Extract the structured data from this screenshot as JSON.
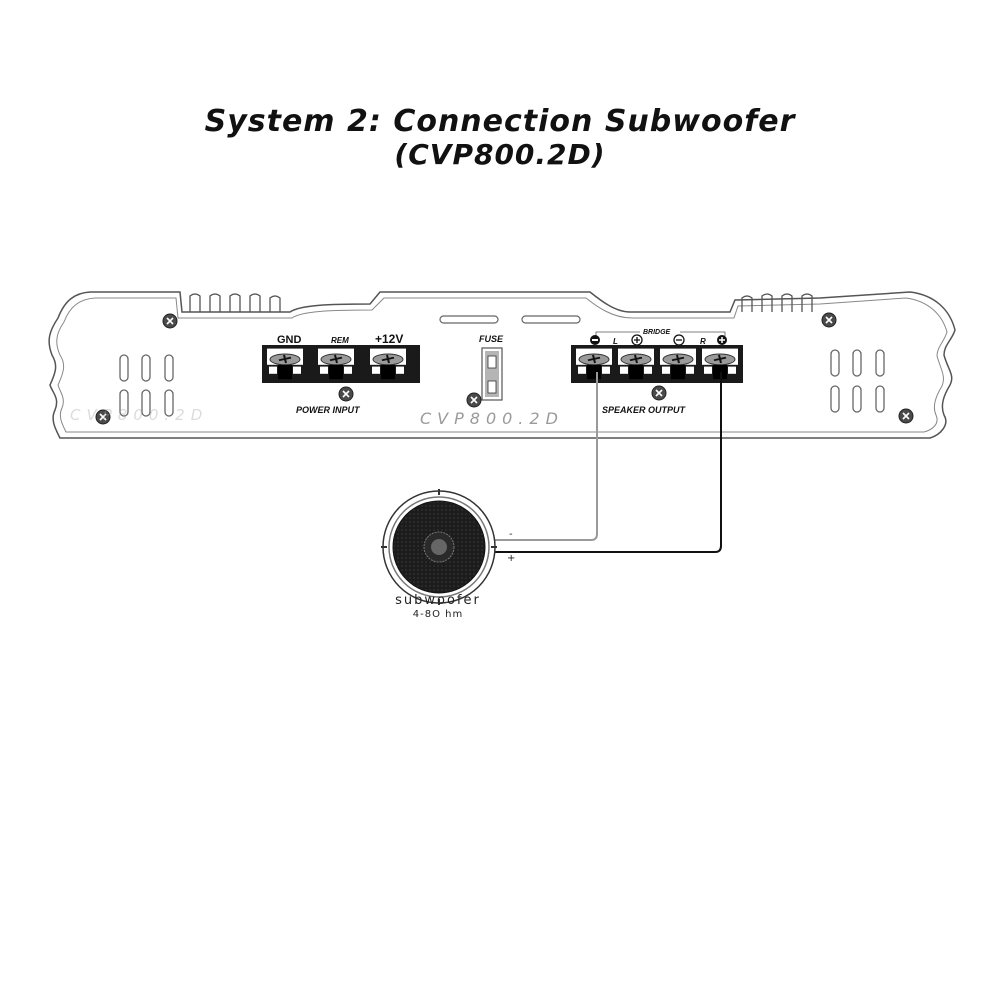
{
  "title": {
    "line1": "System 2: Connection Subwoofer",
    "line2": "(CVP800.2D)"
  },
  "amplifier": {
    "model_watermark": "CVP800.2D",
    "model_watermark_left": "CVP800.2D",
    "power_input": {
      "section_label": "POWER INPUT",
      "terminals": [
        "GND",
        "REM",
        "+12V"
      ]
    },
    "fuse": {
      "label": "FUSE"
    },
    "speaker_output": {
      "section_label": "SPEAKER OUTPUT",
      "bridge_label": "BRIDGE",
      "channel_left": "L",
      "channel_right": "R",
      "polarity_symbols": [
        "−",
        "+",
        "−",
        "+"
      ],
      "terminal_count": 4
    }
  },
  "wiring": {
    "negative_mark": "-",
    "positive_mark": "+",
    "wire_colors": {
      "negative": "#9a9a9a",
      "positive": "#111111"
    }
  },
  "subwoofer": {
    "label": "subwoofer",
    "impedance": "4-8Ohm",
    "impedance_display": "4-8O hm"
  },
  "colors": {
    "outline": "#555555",
    "terminal_block": "#1a1a1a",
    "screw": "#444444",
    "background": "#ffffff"
  }
}
